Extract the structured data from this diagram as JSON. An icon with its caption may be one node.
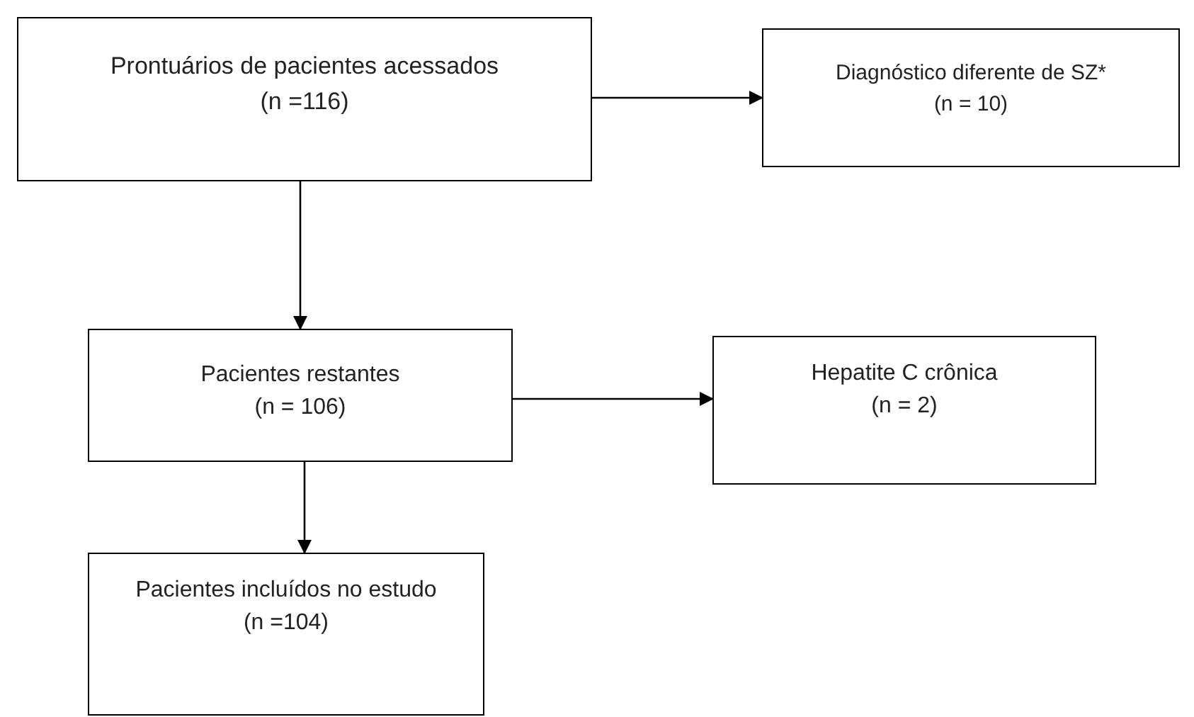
{
  "diagram": {
    "nodes": [
      {
        "text": [
          "Prontuários de pacientes acessados",
          "(n =116)"
        ]
      },
      {
        "text": [
          "Diagnóstico diferente de SZ*",
          "(n = 10)"
        ]
      },
      {
        "text": [
          "Pacientes restantes",
          "(n = 106)"
        ]
      },
      {
        "text": [
          "Hepatite C crônica",
          "(n = 2)"
        ]
      },
      {
        "text": [
          "Pacientes incluídos no estudo",
          "(n =104)"
        ]
      }
    ],
    "edges": [
      {
        "from": 0,
        "to": 1,
        "arrow": "to"
      },
      {
        "from": 0,
        "to": 2,
        "arrow": "to"
      },
      {
        "from": 2,
        "to": 3,
        "arrow": "to"
      },
      {
        "from": 2,
        "to": 4,
        "arrow": "to"
      }
    ]
  }
}
